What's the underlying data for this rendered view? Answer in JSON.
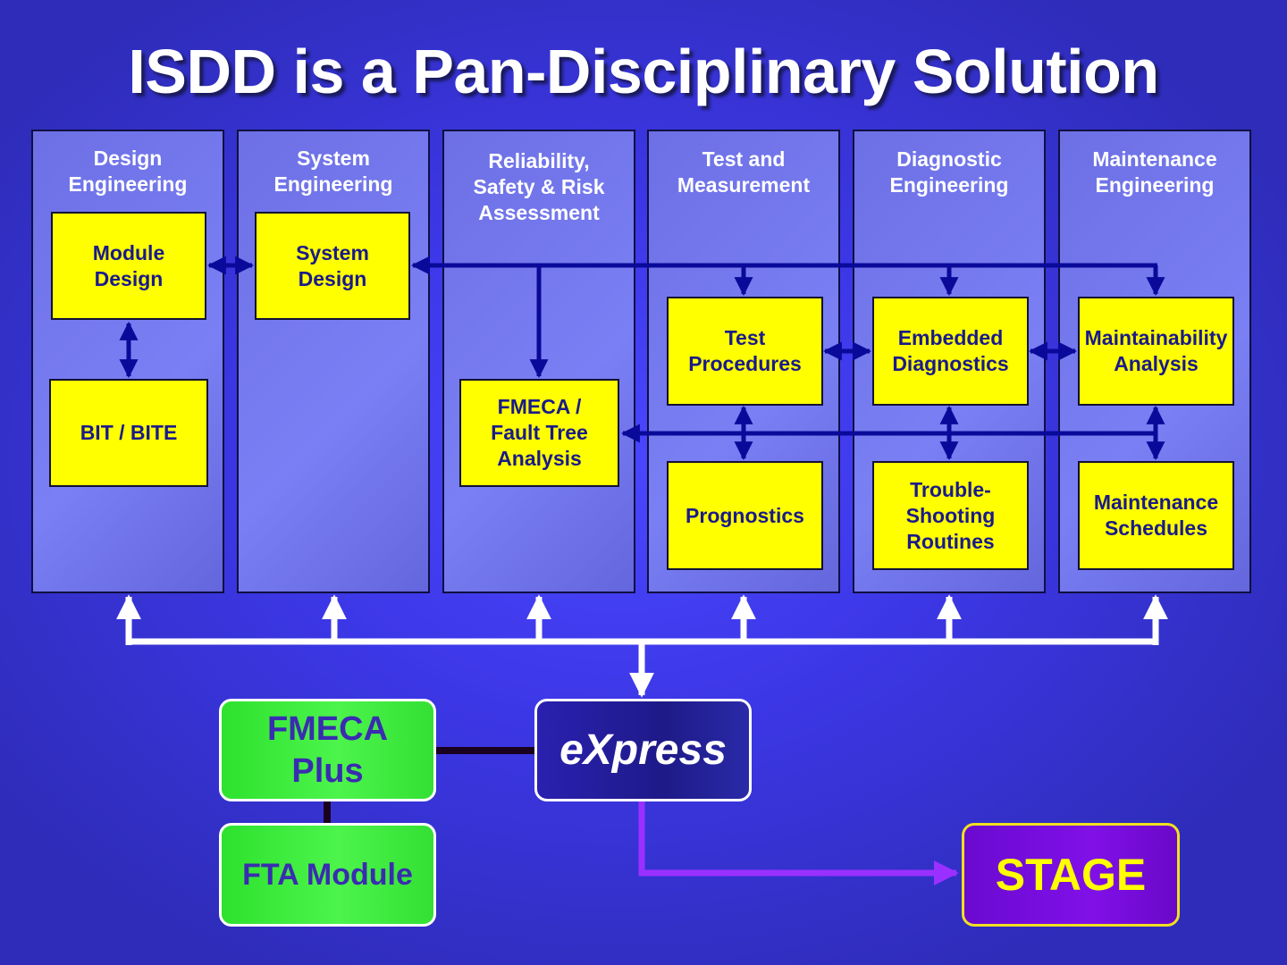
{
  "title": "ISDD is a Pan-Disciplinary Solution",
  "columns": [
    {
      "title": "Design\nEngineering"
    },
    {
      "title": "System\nEngineering"
    },
    {
      "title": "Reliability,\nSafety & Risk\nAssessment"
    },
    {
      "title": "Test  and\nMeasurement"
    },
    {
      "title": "Diagnostic\nEngineering"
    },
    {
      "title": "Maintenance\nEngineering"
    }
  ],
  "boxes": {
    "module_design": "Module\nDesign",
    "bit_bite": "BIT / BITE",
    "system_design": "System\nDesign",
    "fmeca_fta": "FMECA /\nFault Tree\nAnalysis",
    "test_procedures": "Test\nProcedures",
    "prognostics": "Prognostics",
    "embedded_diagnostics": "Embedded\nDiagnostics",
    "troubleshooting": "Trouble-\nShooting\nRoutines",
    "maintainability": "Maintainability\nAnalysis",
    "maintenance_schedules": "Maintenance\nSchedules"
  },
  "tools": {
    "fmeca_plus": "FMECA\nPlus",
    "fta_module": "FTA Module",
    "express": "eXpress",
    "stage": "STAGE"
  },
  "colors": {
    "background": "#3c37e6",
    "box_fill": "#ffff00",
    "box_text": "#1a1a8a",
    "connector": "#0a0a9a",
    "tool_green": "#3ce83c",
    "stage_fill": "#7a0ee0",
    "stage_text": "#ffff00"
  }
}
